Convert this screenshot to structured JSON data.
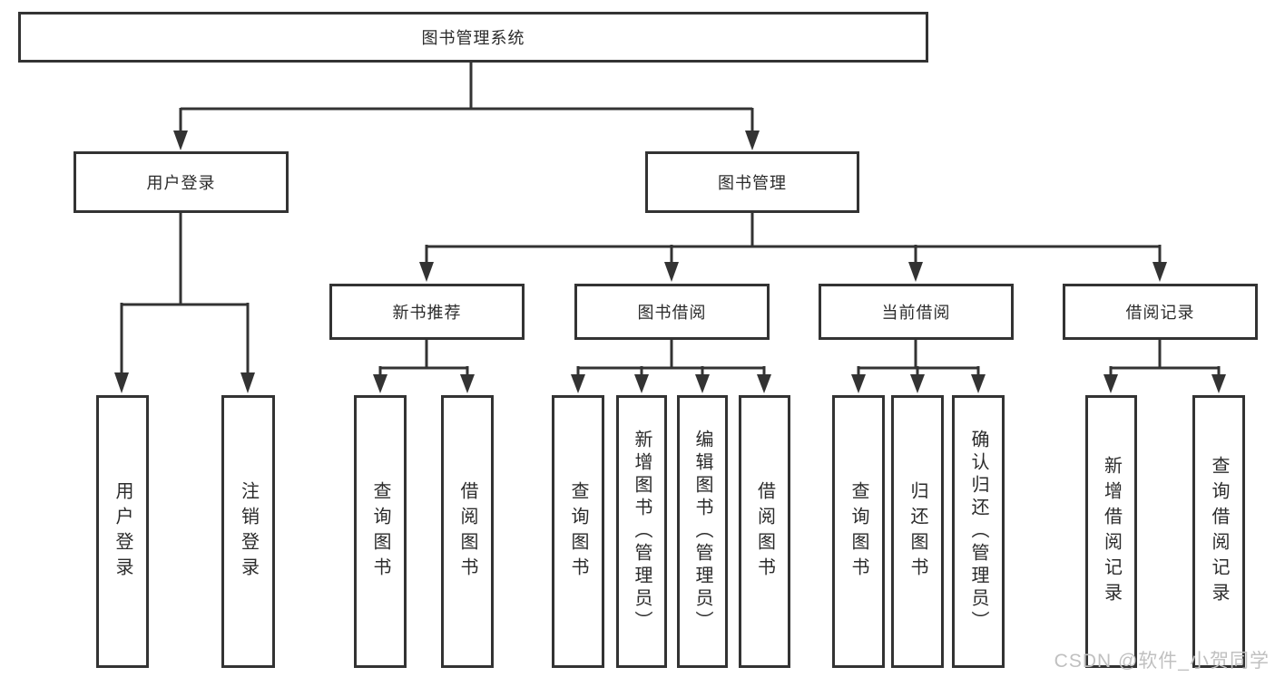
{
  "diagram_title": "图书管理系统",
  "nodes": {
    "root": {
      "label": "图书管理系统"
    },
    "level2": {
      "user_login": {
        "label": "用户登录"
      },
      "book_management": {
        "label": "图书管理"
      }
    },
    "level3": {
      "new_book_recommend": {
        "label": "新书推荐"
      },
      "book_borrow": {
        "label": "图书借阅"
      },
      "current_borrow": {
        "label": "当前借阅"
      },
      "borrow_record": {
        "label": "借阅记录"
      }
    },
    "leaves": {
      "user_login": {
        "label": "用户登录"
      },
      "logout": {
        "label": "注销登录"
      },
      "query_book_recommend": {
        "label": "查询图书"
      },
      "borrow_book_recommend": {
        "label": "借阅图书"
      },
      "query_book_borrow": {
        "label": "查询图书"
      },
      "add_book_admin": {
        "label": "新增图书（管理员）"
      },
      "edit_book_admin": {
        "label": "编辑图书（管理员）"
      },
      "borrow_book_borrow": {
        "label": "借阅图书"
      },
      "query_book_current": {
        "label": "查询图书"
      },
      "return_book": {
        "label": "归还图书"
      },
      "confirm_return_admin": {
        "label": "确认归还（管理员）"
      },
      "add_borrow_record": {
        "label": "新增借阅记录"
      },
      "query_borrow_record": {
        "label": "查询借阅记录"
      }
    }
  },
  "watermark": {
    "text": "CSDN @软件_小贺同学"
  },
  "colors": {
    "line": "#333333",
    "border": "#333333",
    "text": "#2b2b2b",
    "background": "#ffffff",
    "watermark": "#c0c0c0"
  }
}
